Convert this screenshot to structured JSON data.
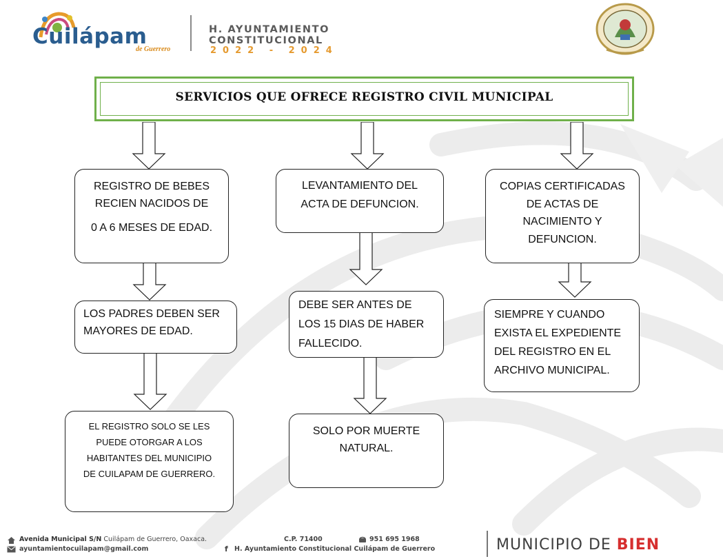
{
  "header": {
    "logo_text": "Cuilápam",
    "logo_sub": "de Guerrero",
    "line1": "H. AYUNTAMIENTO",
    "line2": "CONSTITUCIONAL",
    "years": "2022 - 2024",
    "seal_icon": "municipal-seal-icon"
  },
  "title": "SERVICIOS QUE OFRECE REGISTRO CIVIL MUNICIPAL",
  "columns": [
    {
      "boxes": [
        {
          "lines": [
            "REGISTRO DE BEBES",
            "RECIEN NACIDOS DE",
            "0 A 6 MESES DE EDAD."
          ]
        },
        {
          "lines": [
            "LOS PADRES DEBEN SER",
            "MAYORES DE EDAD."
          ]
        },
        {
          "lines": [
            "EL REGISTRO SOLO SE LES",
            "PUEDE OTORGAR A LOS",
            "HABITANTES DEL MUNICIPIO",
            "DE CUILAPAM DE GUERRERO."
          ]
        }
      ]
    },
    {
      "boxes": [
        {
          "lines": [
            "LEVANTAMIENTO DEL",
            "ACTA DE DEFUNCION."
          ]
        },
        {
          "lines": [
            "DEBE SER ANTES DE",
            "LOS 15 DIAS DE HABER",
            "FALLECIDO."
          ]
        },
        {
          "lines": [
            "SOLO POR MUERTE",
            "NATURAL."
          ]
        }
      ]
    },
    {
      "boxes": [
        {
          "lines": [
            "COPIAS CERTIFICADAS",
            "DE ACTAS DE",
            "NACIMIENTO Y",
            "DEFUNCION."
          ]
        },
        {
          "lines": [
            "SIEMPRE Y CUANDO",
            "EXISTA EL EXPEDIENTE",
            "DEL REGISTRO EN EL",
            "ARCHIVO MUNICIPAL."
          ]
        }
      ]
    }
  ],
  "footer": {
    "address_bold": "Avenida Municipal S/N",
    "address_rest": "Cuilápam de Guerrero, Oaxaca.",
    "cp_label": "C.P. 71400",
    "phone": "951 695 1968",
    "email": "ayuntamientocuilapam@gmail.com",
    "facebook": "H. Ayuntamiento Constitucional Cuilápam de Guerrero",
    "brand_prefix": "MUNICIPIO DE ",
    "brand_highlight": "BIEN",
    "icons": [
      "home-icon",
      "phone-icon",
      "mail-icon",
      "facebook-icon"
    ]
  }
}
